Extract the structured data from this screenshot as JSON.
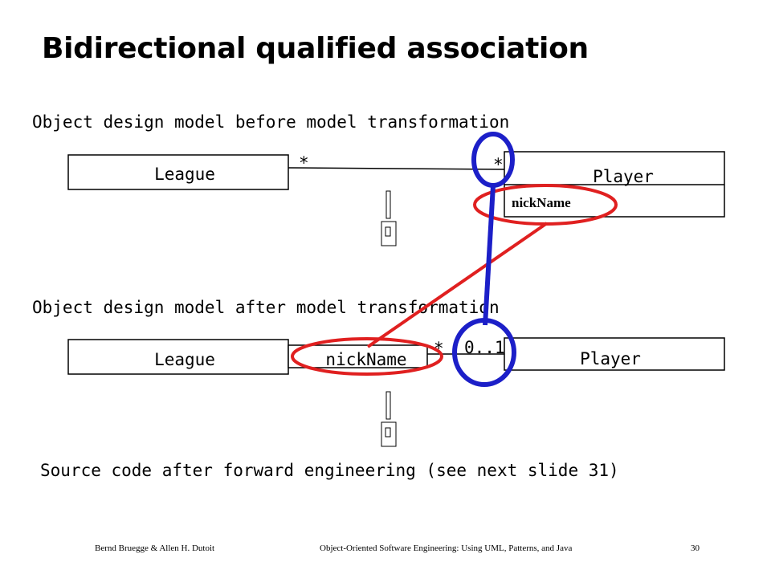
{
  "slide": {
    "title": "Bidirectional qualified association",
    "heading_before": "Object design model before model transformation",
    "heading_after": "Object design model after model transformation",
    "heading_source": "Source code after forward engineering (see next slide 31)"
  },
  "before": {
    "league_label": "League",
    "player_label": "Player",
    "attribute_label": "nickName",
    "mult_league_end": "*",
    "mult_player_end": "*"
  },
  "after": {
    "league_label": "League",
    "qualifier_label": "nickName",
    "player_label": "Player",
    "mult_league_end": "*",
    "mult_player_end": "0..1"
  },
  "footer": {
    "authors": "Bernd Bruegge & Allen H. Dutoit",
    "book": "Object-Oriented Software Engineering: Using UML, Patterns, and Java",
    "page": "30"
  },
  "colors": {
    "highlight_red": "#e02020",
    "highlight_blue": "#1c1fc8",
    "outline": "#000000"
  }
}
